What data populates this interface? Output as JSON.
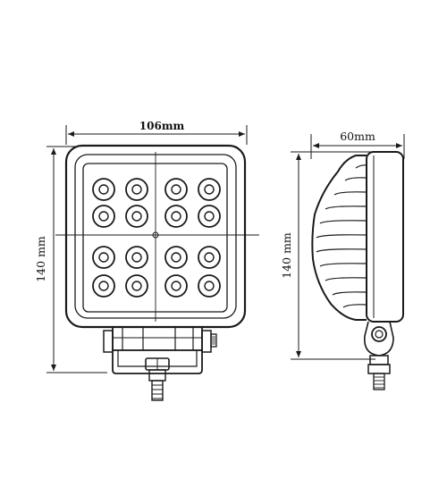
{
  "front_view": {
    "width_label": "106mm",
    "height_label": "140 mm",
    "led_rows": 4,
    "led_cols": 4
  },
  "side_view": {
    "depth_label": "60mm",
    "height_label": "140 mm"
  },
  "colors": {
    "ink": "#1a1a1a",
    "background": "#ffffff"
  }
}
